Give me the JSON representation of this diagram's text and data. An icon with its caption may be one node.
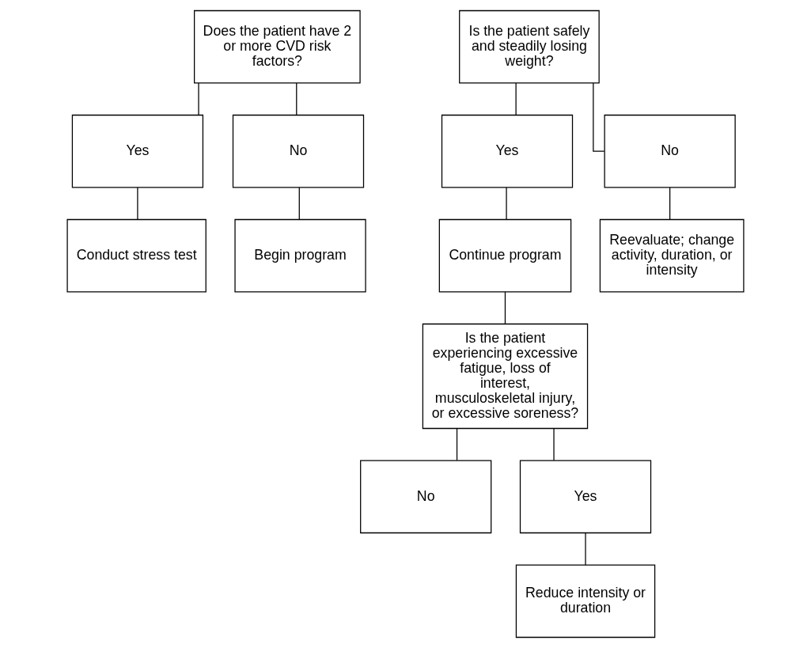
{
  "diagram": {
    "nodes": [
      {
        "text": [
          "Does the patient have 2 or more CVD risk factors?"
        ]
      },
      {
        "text": [
          "Yes"
        ]
      },
      {
        "text": [
          "Conduct stress test"
        ]
      },
      {
        "text": [
          "No"
        ]
      },
      {
        "text": [
          "Begin program"
        ]
      },
      {
        "text": [
          "Is the patient safely and steadily losing weight?"
        ]
      },
      {
        "text": [
          "Yes"
        ]
      },
      {
        "text": [
          "No"
        ]
      },
      {
        "text": [
          "Continue program"
        ]
      },
      {
        "text": [
          "Reevaluate; change activity, duration, or intensity"
        ]
      },
      {
        "text": [
          "Is the patient experiencing excessive fatigue, loss of interest, musculoskeletal injury, or excessive soreness?"
        ]
      },
      {
        "text": [
          "No"
        ]
      },
      {
        "text": [
          "Yes"
        ]
      },
      {
        "text": [
          "Reduce intensity or duration"
        ]
      }
    ],
    "edges": [
      {
        "from": 0,
        "to": 1,
        "arrow": "none"
      },
      {
        "from": 1,
        "to": 2,
        "arrow": "none"
      },
      {
        "from": 0,
        "to": 3,
        "arrow": "none"
      },
      {
        "from": 3,
        "to": 4,
        "arrow": "none"
      },
      {
        "from": 5,
        "to": 6,
        "arrow": "none"
      },
      {
        "from": 5,
        "to": 7,
        "arrow": "none"
      },
      {
        "from": 6,
        "to": 8,
        "arrow": "none"
      },
      {
        "from": 7,
        "to": 9,
        "arrow": "none"
      },
      {
        "from": 8,
        "to": 10,
        "arrow": "none"
      },
      {
        "from": 10,
        "to": 11,
        "arrow": "none"
      },
      {
        "from": 10,
        "to": 12,
        "arrow": "none"
      },
      {
        "from": 12,
        "to": 13,
        "arrow": "none"
      }
    ]
  }
}
